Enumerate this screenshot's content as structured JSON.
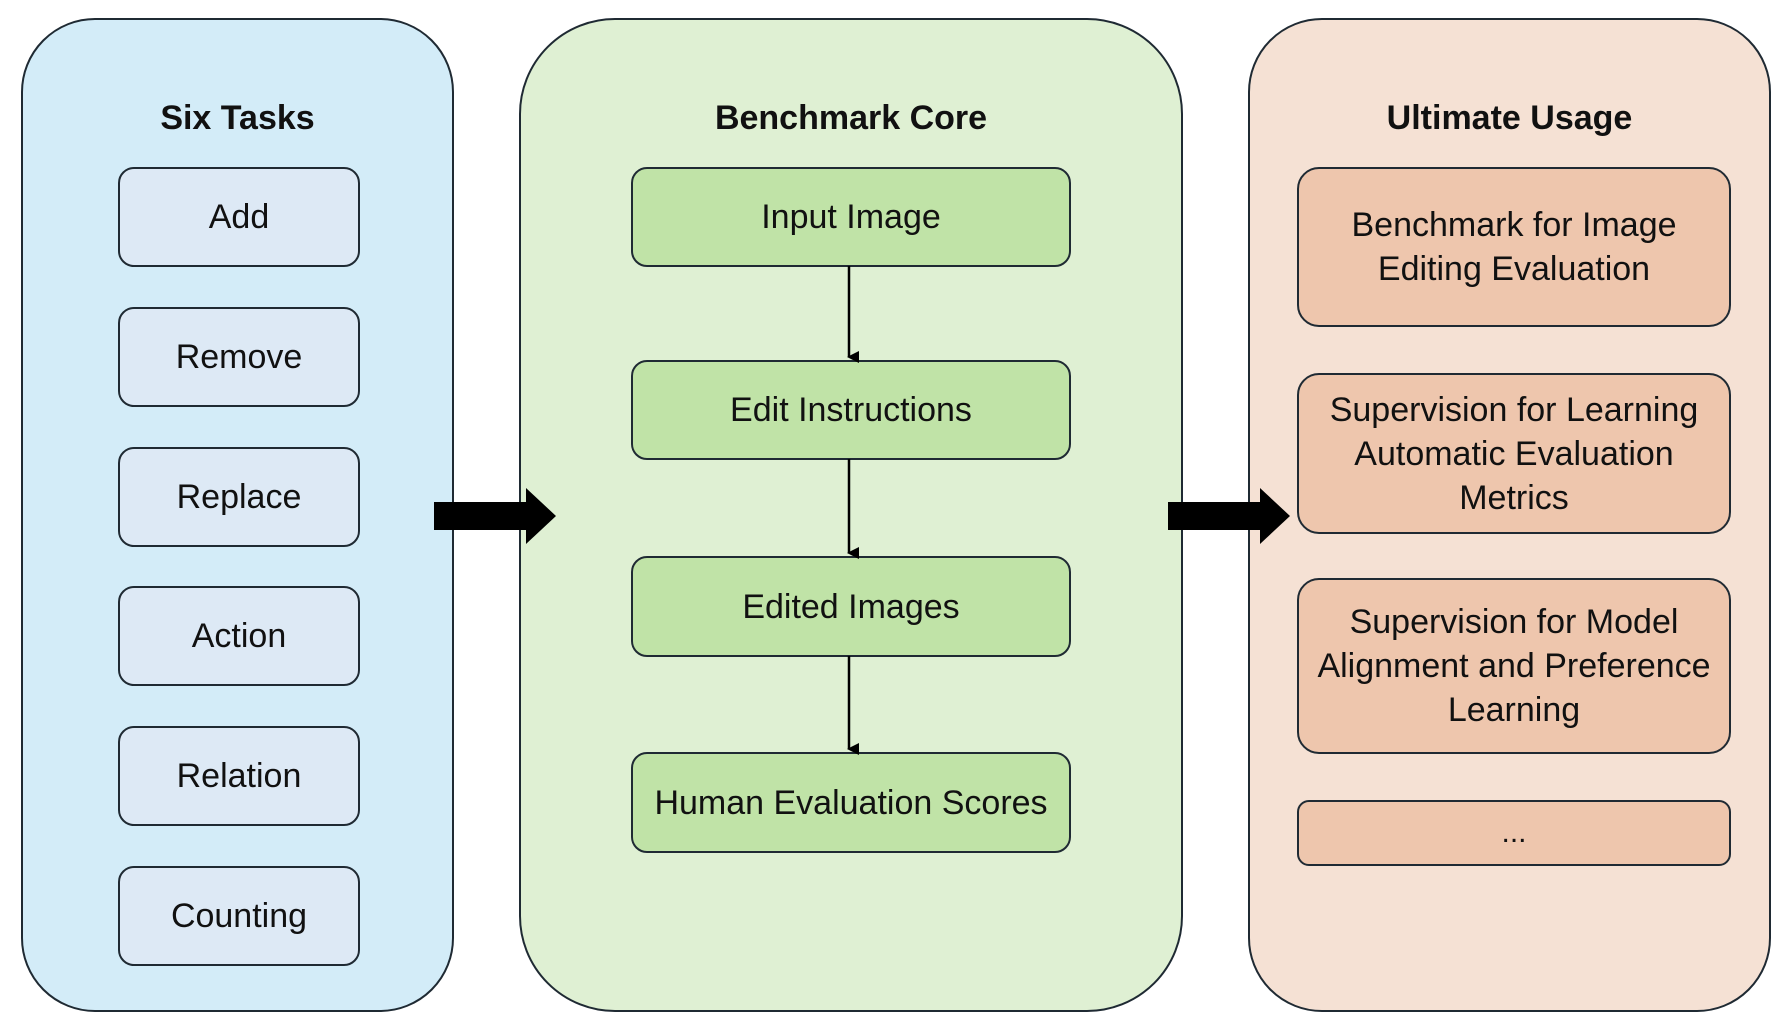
{
  "tasks": {
    "title": "Six Tasks",
    "items": [
      "Add",
      "Remove",
      "Replace",
      "Action",
      "Relation",
      "Counting"
    ]
  },
  "core": {
    "title": "Benchmark Core",
    "steps": [
      "Input Image",
      "Edit Instructions",
      "Edited Images",
      "Human Evaluation Scores"
    ]
  },
  "usage": {
    "title": "Ultimate Usage",
    "items": [
      "Benchmark for Image Editing Evaluation",
      "Supervision for Learning Automatic Evaluation Metrics",
      "Supervision for Model Alignment and Preference Learning",
      "..."
    ]
  },
  "colors": {
    "tasks_panel": "#d3ecf8",
    "tasks_box": "#dde9f5",
    "core_panel": "#dff0d3",
    "core_box": "#c0e3a7",
    "usage_panel": "#f5e1d4",
    "usage_box": "#eec6ad",
    "outline": "#1f2a33",
    "arrow": "#000000"
  }
}
